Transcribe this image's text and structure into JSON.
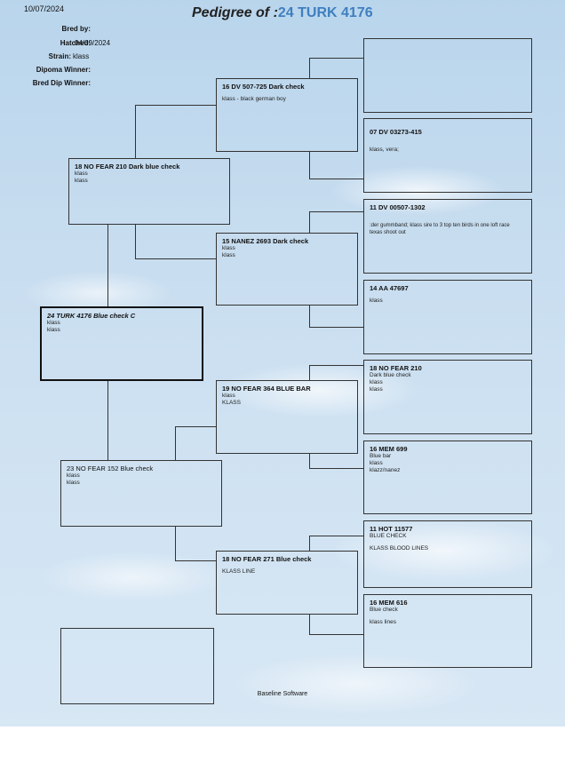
{
  "date": "10/07/2024",
  "title_prefix": "Pedigree of :",
  "title_number": "24 TURK 4176",
  "header": {
    "bred_by_label": "Bred by:",
    "hatched_label": "Hatched:",
    "hatched_value": "04/09/2024",
    "strain_label": "Strain:",
    "strain_value": "klass",
    "diploma_label": "Dipoma Winner:",
    "bred_dip_label": "Bred Dip Winner:"
  },
  "subject": {
    "title": "24 TURK 4176 Blue check C",
    "lines": [
      "klass",
      "klass"
    ]
  },
  "sire": {
    "title": "18 NO FEAR 210 Dark blue check",
    "lines": [
      "klass",
      "klass"
    ]
  },
  "dam": {
    "title": "23 NO FEAR 152 Blue check",
    "lines": [
      "klass",
      "klass"
    ]
  },
  "sire_sire": {
    "title": "16 DV 507-725 Dark check",
    "lines": [
      "klass - black german boy"
    ]
  },
  "sire_dam": {
    "title": "15 NANEZ 2693 Dark check",
    "lines": [
      "klass",
      "klass"
    ]
  },
  "dam_sire": {
    "title": "19 NO FEAR 364 BLUE BAR",
    "lines": [
      "klass",
      "KLASS"
    ]
  },
  "dam_dam": {
    "title": "18 NO FEAR 271 Blue check",
    "lines": [
      "KLASS LINE"
    ]
  },
  "g1": {
    "title": "",
    "lines": []
  },
  "g2": {
    "title": "07 DV 03273-415",
    "lines": [
      "klass,  vera;"
    ]
  },
  "g3": {
    "title": "11 DV 00507-1302",
    "lines": [
      ":der gummband;  klass  sire to 3 top ten birds in one loft race",
      "texas shoot out"
    ]
  },
  "g4": {
    "title": "14 AA 47697",
    "lines": [
      "klass"
    ]
  },
  "g5": {
    "title": "18 NO FEAR 210",
    "lines": [
      "Dark blue check",
      "klass",
      "klass"
    ]
  },
  "g6": {
    "title": "16 MEM 699",
    "lines": [
      "Blue bar",
      "klass",
      "klazz/nanez"
    ]
  },
  "g7": {
    "title": "11 HOT 11577",
    "lines": [
      "BLUE CHECK",
      "",
      "KLASS BLOOD LINES"
    ]
  },
  "g8": {
    "title": "16 MEM 616",
    "lines": [
      "Blue check",
      "",
      "klass lines"
    ]
  },
  "footer": "Baseline Software"
}
